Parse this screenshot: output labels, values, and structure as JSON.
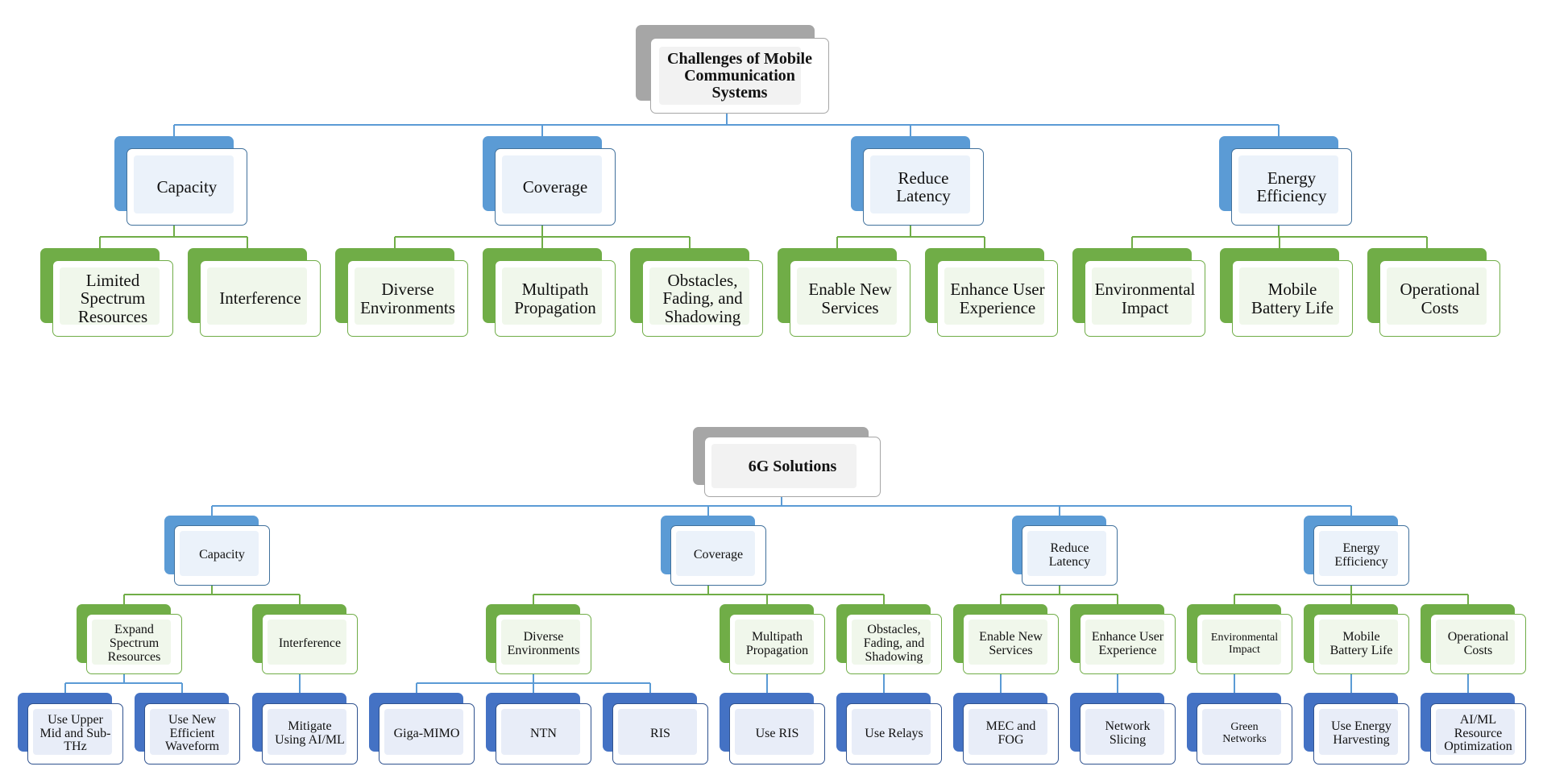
{
  "colors": {
    "gray": "#a6a6a6",
    "blue": "#5b9bd5",
    "green": "#70ad47",
    "navy": "#4472c4",
    "blue_line": "#5b9bd5",
    "green_line": "#70ad47"
  },
  "top_tree": {
    "root": "Challenges of Mobile\nCommunication\nSystems",
    "categories": [
      {
        "label": "Capacity",
        "children": [
          "Limited\nSpectrum\nResources",
          "Interference"
        ]
      },
      {
        "label": "Coverage",
        "children": [
          "Diverse\nEnvironments",
          "Multipath\nPropagation",
          "Obstacles,\nFading, and\nShadowing"
        ]
      },
      {
        "label": "Reduce\nLatency",
        "children": [
          "Enable New\nServices",
          "Enhance User\nExperience"
        ]
      },
      {
        "label": "Energy\nEfficiency",
        "children": [
          "Environmental\nImpact",
          "Mobile\nBattery Life",
          "Operational\nCosts"
        ]
      }
    ]
  },
  "bottom_tree": {
    "root": "6G Solutions",
    "categories": [
      {
        "label": "Capacity",
        "children": [
          {
            "label": "Expand\nSpectrum\nResources",
            "solutions": [
              "Use Upper\nMid and Sub-\nTHz",
              "Use New\nEfficient\nWaveform"
            ]
          },
          {
            "label": "Interference",
            "solutions": [
              "Mitigate\nUsing AI/ML"
            ]
          }
        ]
      },
      {
        "label": "Coverage",
        "children": [
          {
            "label": "Diverse\nEnvironments",
            "solutions": [
              "Giga-MIMO",
              "NTN",
              "RIS"
            ]
          },
          {
            "label": "Multipath\nPropagation",
            "solutions": [
              "Use RIS"
            ]
          },
          {
            "label": "Obstacles,\nFading, and\nShadowing",
            "solutions": [
              "Use Relays"
            ]
          }
        ]
      },
      {
        "label": "Reduce\nLatency",
        "children": [
          {
            "label": "Enable New\nServices",
            "solutions": [
              "MEC and\nFOG"
            ]
          },
          {
            "label": "Enhance User\nExperience",
            "solutions": [
              "Network\nSlicing"
            ]
          }
        ]
      },
      {
        "label": "Energy\nEfficiency",
        "children": [
          {
            "label": "Environmental\nImpact",
            "solutions": [
              "Green\nNetworks"
            ]
          },
          {
            "label": "Mobile\nBattery Life",
            "solutions": [
              "Use Energy\nHarvesting"
            ]
          },
          {
            "label": "Operational\nCosts",
            "solutions": [
              "AI/ML\nResource\nOptimization"
            ]
          }
        ]
      }
    ]
  }
}
